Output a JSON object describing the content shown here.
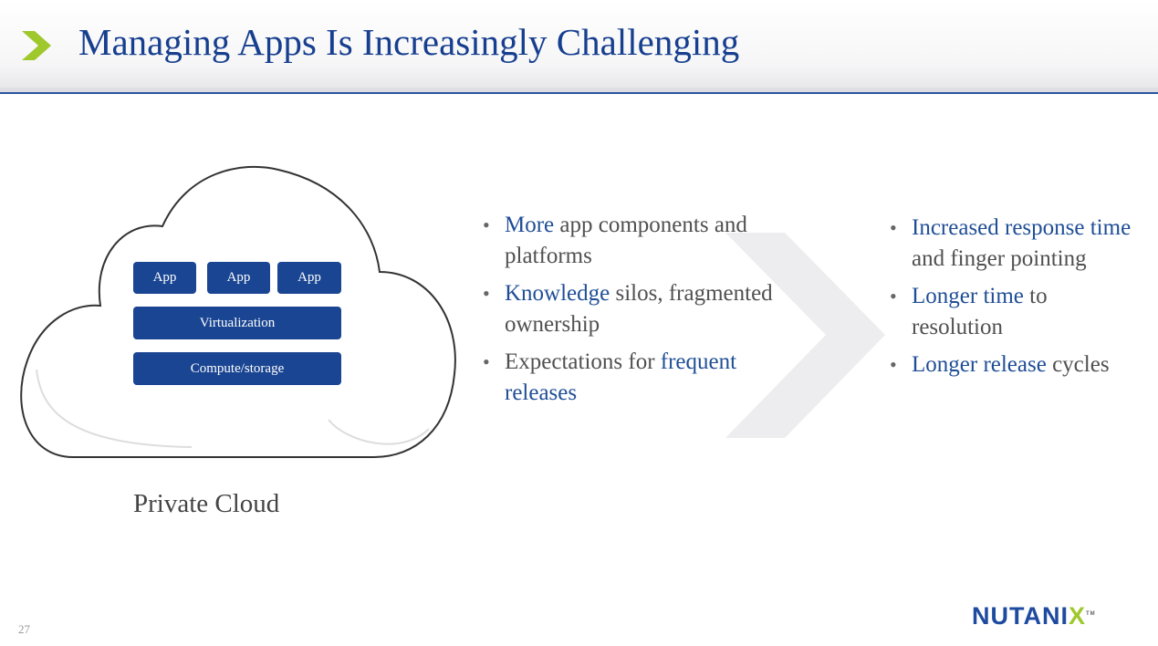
{
  "slide": {
    "title": "Managing Apps Is Increasingly Challenging",
    "page_number": "27"
  },
  "diagram": {
    "apps": [
      "App",
      "App",
      "App"
    ],
    "virtualization": "Virtualization",
    "compute": "Compute/storage",
    "caption": "Private Cloud"
  },
  "challenges": [
    {
      "highlight": "More",
      "rest": " app components and platforms",
      "order": "hl-first"
    },
    {
      "highlight": "Knowledge",
      "rest": " silos, fragmented ownership",
      "order": "hl-first"
    },
    {
      "pre": "Expectations for ",
      "highlight": "frequent releases",
      "order": "hl-last"
    }
  ],
  "consequences": [
    {
      "highlight": "Increased response time",
      "rest": " and finger pointing"
    },
    {
      "highlight": "Longer time",
      "rest": " to resolution"
    },
    {
      "highlight": "Longer release",
      "rest": " cycles"
    }
  ],
  "logo": {
    "text": "NUTANI",
    "x": "X",
    "tm": "TM"
  },
  "colors": {
    "brand_blue": "#1a4592",
    "accent_green": "#9fc82c",
    "text_gray": "#505050"
  }
}
